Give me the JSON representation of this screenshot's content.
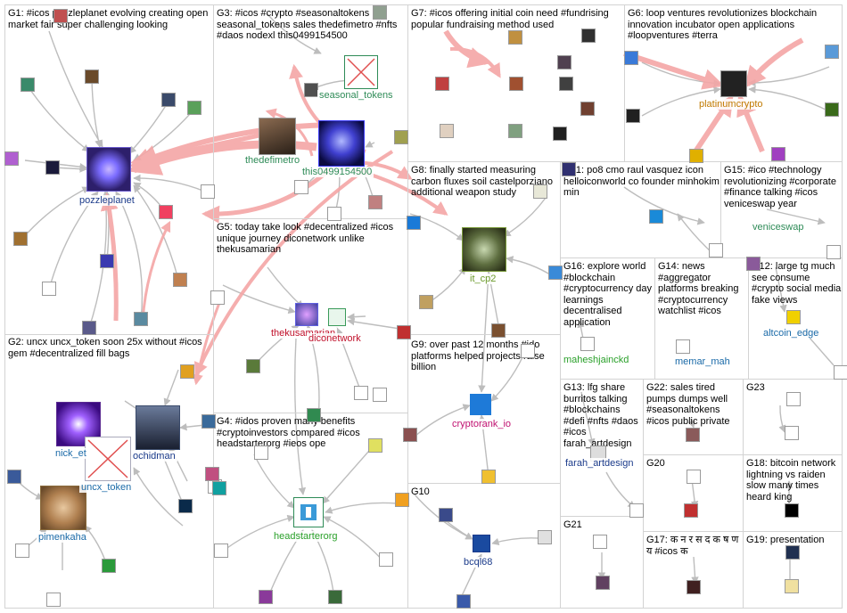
{
  "graph_title": "",
  "colors": {
    "border": "#d3d3d3",
    "edge": "#bdbdbd",
    "hot_edge": "#f4a6a6",
    "hub_border": "#2e8b57"
  },
  "groups": [
    {
      "id": "g1",
      "text": "G1: #icos pozzleplanet evolving creating open market fair super challenging looking"
    },
    {
      "id": "g2",
      "text": "G2: uncx uncx_token soon 25x without #icos gem #decentralized fill bags"
    },
    {
      "id": "g3",
      "text": "G3: #icos #crypto #seasonaltokens seasonal_tokens sales thedefimetro #nfts #daos nodexl this0499154500"
    },
    {
      "id": "g4",
      "text": "G4: #idos proven many benefits #cryptoinvestors compared #icos headstarterorg #ieos ope"
    },
    {
      "id": "g5",
      "text": "G5: today take look #decentralized #icos unique journey diconetwork unlike thekusamarian"
    },
    {
      "id": "g6",
      "text": "G6: loop ventures revolutionizes blockchain innovation incubator open applications #loopventures #terra"
    },
    {
      "id": "g7",
      "text": "G7: #icos offering initial coin need #fundrising popular fundraising method used"
    },
    {
      "id": "g8",
      "text": "G8: finally started measuring carbon fluxes soil castelporziano additional weapon study"
    },
    {
      "id": "g9",
      "text": "G9: over past 12 months #ido platforms helped projects raise billion"
    },
    {
      "id": "g10",
      "text": "G10"
    },
    {
      "id": "g11",
      "text": "G11: po8 cmo raul vasquez icon helloiconworld co founder minhokim min"
    },
    {
      "id": "g12",
      "text": "G12: large tg much see consume #crypto social media fake views"
    },
    {
      "id": "g13",
      "text": "G13: lfg share burritos talking #blockchains #defi #nfts #daos #icos farah_artdesign"
    },
    {
      "id": "g14",
      "text": "G14: news #aggregator platforms breaking #cryptocurrency watchlist #icos"
    },
    {
      "id": "g15",
      "text": "G15: #ico #technology revolutionizing #corporate #finance talking #icos veniceswap year"
    },
    {
      "id": "g16",
      "text": "G16: explore world #blockchain #cryptocurrency day learnings decentralised application"
    },
    {
      "id": "g17",
      "text": "G17: क न र स द क ष ण य #icos क"
    },
    {
      "id": "g18",
      "text": "G18: bitcoin network lightning vs raiden slow many times heard king"
    },
    {
      "id": "g19",
      "text": "G19: presentation"
    },
    {
      "id": "g20",
      "text": "G20"
    },
    {
      "id": "g21",
      "text": "G21"
    },
    {
      "id": "g22",
      "text": "G22: sales tired pumps dumps well #seasonaltokens #icos public private"
    },
    {
      "id": "g23",
      "text": "G23"
    }
  ],
  "node_labels": {
    "pozzleplanet": "pozzleplanet",
    "seasonal_tokens": "seasonal_tokens",
    "thedefimetro": "thedefimetro",
    "this0499154500": "this0499154500",
    "platinumcrypto": "platinumcrypto",
    "it_cp2": "it_cp2",
    "veniceswap": "veniceswap",
    "altcoin_edge": "altcoin_edge",
    "maheshjainckd": "maheshjainckd",
    "memar_mah": "memar_mah",
    "thekusamarian": "thekusamarian",
    "diconetwork": "diconetwork",
    "cryptorank_io": "cryptorank_io",
    "nick_et": "nick_et",
    "ochidman": "ochidman",
    "uncx_token": "uncx_token",
    "pimenkaha": "pimenkaha",
    "headstarterorg": "headstarterorg",
    "bcql68": "bcql68",
    "farah_artdesign": "farah_artdesign"
  }
}
